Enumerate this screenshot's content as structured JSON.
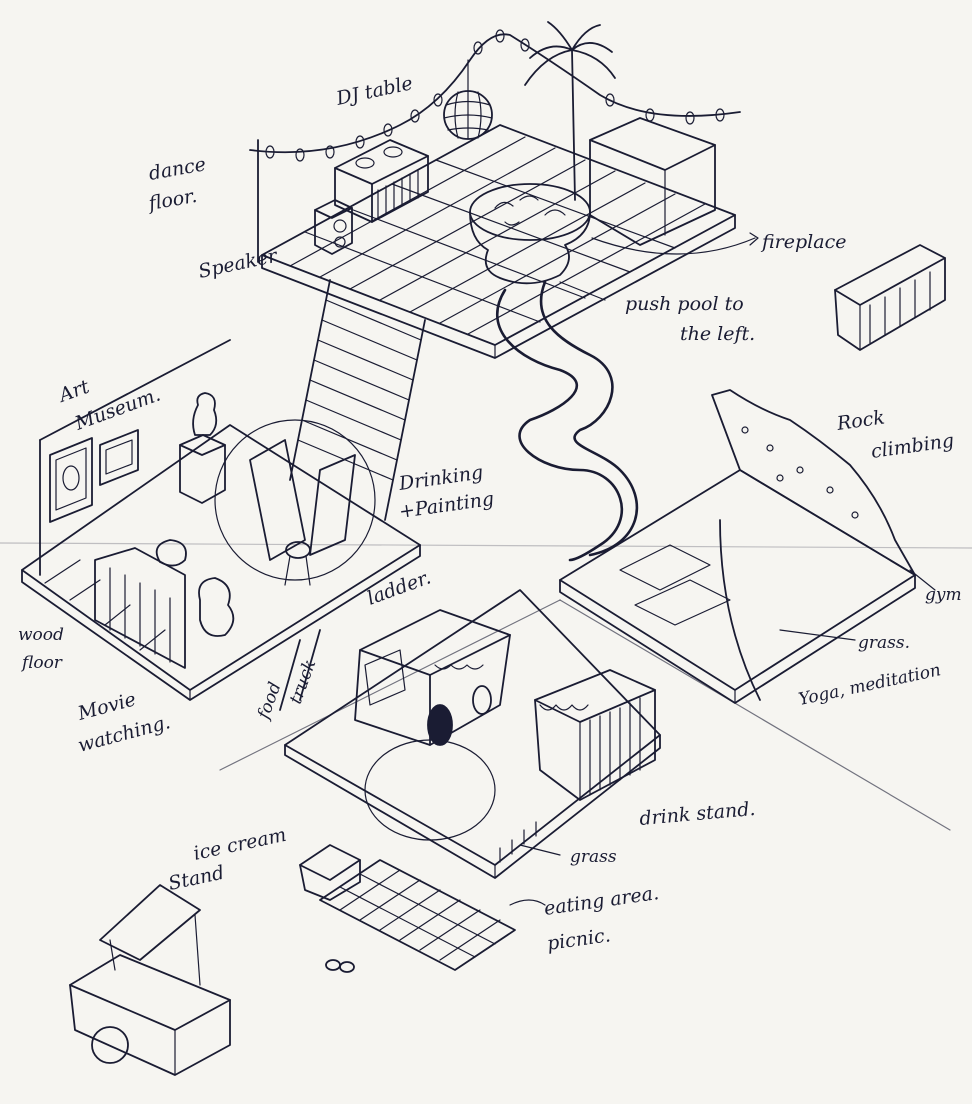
{
  "labels": {
    "dj_table": "DJ table",
    "dance_floor_1": "dance",
    "dance_floor_2": "floor.",
    "speaker": "Speaker",
    "fireplace": "fireplace",
    "push_pool_1": "push pool to",
    "push_pool_2": "the left.",
    "art_museum_1": "Art",
    "art_museum_2": "Museum.",
    "drinking_1": "Drinking",
    "drinking_2": "+Painting",
    "rock_climbing_1": "Rock",
    "rock_climbing_2": "climbing",
    "ladder": "ladder.",
    "wood_floor_1": "wood",
    "wood_floor_2": "floor",
    "movie_1": "Movie",
    "movie_2": "watching.",
    "food_truck_1": "food",
    "food_truck_2": "truck",
    "gym": "gym",
    "grass_right": "grass.",
    "yoga": "Yoga, meditation",
    "drink_stand": "drink stand.",
    "grass_bottom": "grass",
    "ice_cream_1": "ice cream",
    "ice_cream_2": "Stand",
    "eating_1": "eating area.",
    "eating_2": "picnic."
  }
}
